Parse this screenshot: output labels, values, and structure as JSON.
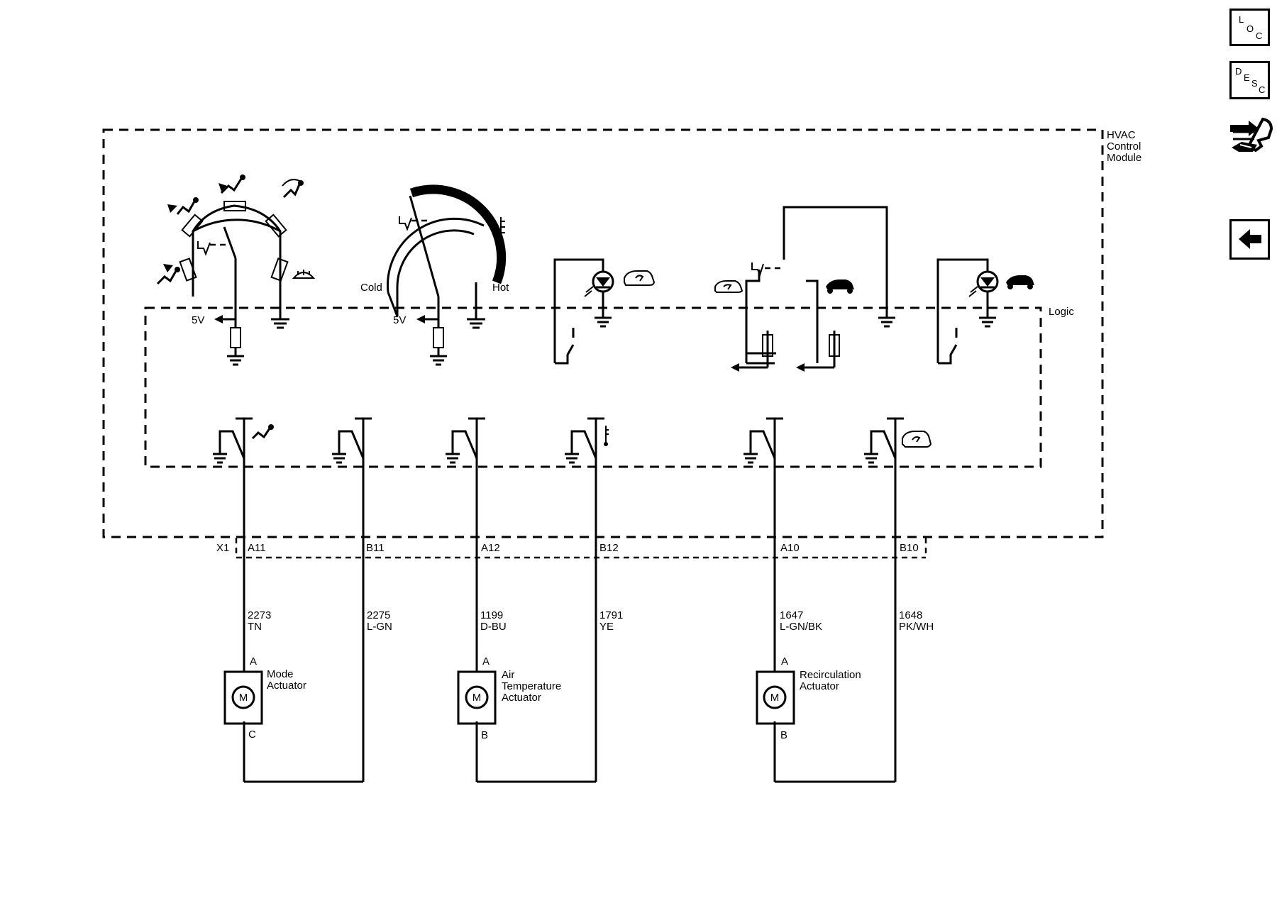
{
  "module": {
    "name_lines": [
      "HVAC",
      "Control",
      "Module"
    ],
    "logic_label": "Logic"
  },
  "controls": {
    "mode_voltage": "5V",
    "temp_voltage": "5V",
    "cold_label": "Cold",
    "hot_label": "Hot"
  },
  "connector": {
    "name": "X1"
  },
  "circuits": [
    {
      "pin": "A11",
      "circuit": "2273",
      "color": "TN"
    },
    {
      "pin": "B11",
      "circuit": "2275",
      "color": "L-GN"
    },
    {
      "pin": "A12",
      "circuit": "1199",
      "color": "D-BU"
    },
    {
      "pin": "B12",
      "circuit": "1791",
      "color": "YE"
    },
    {
      "pin": "A10",
      "circuit": "1647",
      "color": "L-GN/BK"
    },
    {
      "pin": "B10",
      "circuit": "1648",
      "color": "PK/WH"
    }
  ],
  "actuators": [
    {
      "name_lines": [
        "Mode",
        "Actuator"
      ],
      "symbol": "M",
      "top_terminal": "A",
      "bottom_terminal": "C"
    },
    {
      "name_lines": [
        "Air",
        "Temperature",
        "Actuator"
      ],
      "symbol": "M",
      "top_terminal": "A",
      "bottom_terminal": "B"
    },
    {
      "name_lines": [
        "Recirculation",
        "Actuator"
      ],
      "symbol": "M",
      "top_terminal": "A",
      "bottom_terminal": "B"
    }
  ],
  "nav": {
    "loc": {
      "letters": [
        "L",
        "O",
        "C"
      ],
      "icon": "location-icon"
    },
    "desc": {
      "letters": [
        "D",
        "E",
        "S",
        "C"
      ],
      "icon": "description-icon"
    },
    "connector_icon": "connector-arrows-icon",
    "back_icon": "back-arrow-icon"
  }
}
